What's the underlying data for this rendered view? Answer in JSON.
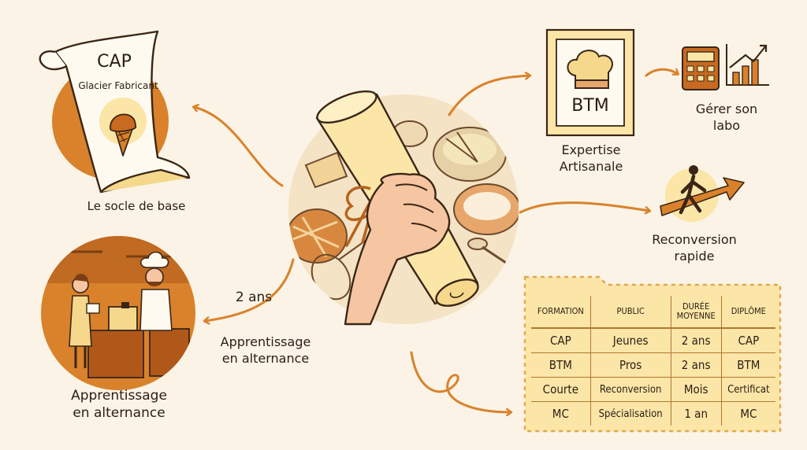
{
  "colors": {
    "background": "#fbf3e6",
    "accent_orange": "#d9822b",
    "pale_yellow": "#fbe6a8",
    "ink": "#2b1d12"
  },
  "cap_scroll": {
    "title": "CAP",
    "subtitle": "Glacier Fabricant",
    "icon": "ice-cream-icon",
    "caption": "Le socle de base"
  },
  "center": {
    "icon": "rolled-diploma-in-hand-icon"
  },
  "btm": {
    "title": "BTM",
    "icon": "chef-hat-icon",
    "caption_line1": "Expertise",
    "caption_line2": "Artisanale"
  },
  "manage": {
    "icons": [
      "calculator-icon",
      "growth-chart-icon"
    ],
    "caption_line1": "Gérer son",
    "caption_line2": "labo"
  },
  "reconversion": {
    "icon": "walking-person-arrow-icon",
    "caption_line1": "Reconversion",
    "caption_line2": "rapide"
  },
  "apprenticeship": {
    "arrow_label": "2 ans",
    "arrow_caption_line1": "Apprentissage",
    "arrow_caption_line2": "en alternance",
    "scene_icon": "workshop-chef-apprentice-icon",
    "caption_line1": "Apprentissage",
    "caption_line2": "en alternance"
  },
  "table": {
    "headers": [
      "FORMATION",
      "PUBLIC",
      "DURÉE MOYENNE",
      "DIPLÔME"
    ],
    "header_durée_line1": "DURÉE",
    "header_durée_line2": "MOYENNE",
    "rows": [
      [
        "CAP",
        "Jeunes",
        "2 ans",
        "CAP"
      ],
      [
        "BTM",
        "Pros",
        "2 ans",
        "BTM"
      ],
      [
        "Courte",
        "Reconversion",
        "Mois",
        "Certificat"
      ],
      [
        "MC",
        "Spécialisation",
        "1 an",
        "MC"
      ]
    ]
  }
}
